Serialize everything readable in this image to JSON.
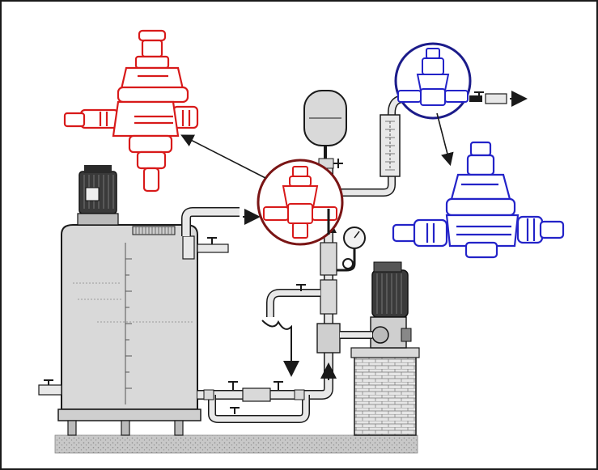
{
  "diagram": {
    "type": "plumbing-schematic",
    "components": [
      {
        "id": "storage-tank",
        "icon": "tank-icon"
      },
      {
        "id": "tank-mixer-motor",
        "icon": "motor-icon"
      },
      {
        "id": "expansion-vessel",
        "icon": "pressure-vessel-icon"
      },
      {
        "id": "pressure-gauge",
        "icon": "gauge-icon"
      },
      {
        "id": "flow-meter",
        "icon": "rotameter-icon"
      },
      {
        "id": "dosing-pump",
        "icon": "pump-icon"
      },
      {
        "id": "pump-plinth",
        "icon": "brick-plinth-icon"
      },
      {
        "id": "relief-valve",
        "icon": "valve-icon"
      },
      {
        "id": "pressure-reducing-valve",
        "icon": "valve-icon"
      }
    ],
    "callouts": [
      {
        "id": "detail-relief-valve",
        "color": "#d81a1a"
      },
      {
        "id": "detail-pressure-reducing-valve",
        "color": "#2323c8"
      }
    ],
    "colors": {
      "line": "#1a1a1a",
      "pipe_fill": "#e8e8e8",
      "tank_fill": "#d9d9d9",
      "red_detail": "#d81a1a",
      "blue_detail": "#2323c8",
      "floor": "#bdbdbd"
    }
  }
}
